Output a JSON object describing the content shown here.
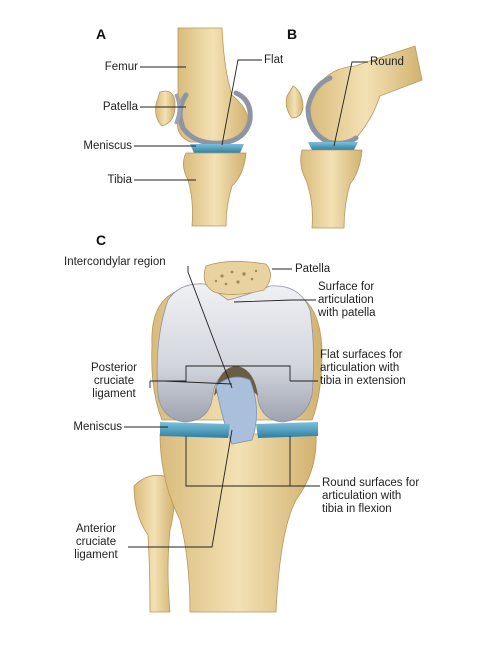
{
  "panels": {
    "a": "A",
    "b": "B",
    "c": "C"
  },
  "labels_a": {
    "femur": "Femur",
    "patella": "Patella",
    "meniscus": "Meniscus",
    "tibia": "Tibia",
    "flat": "Flat"
  },
  "labels_b": {
    "round": "Round"
  },
  "labels_c": {
    "intercondylar": "Intercondylar region",
    "patella": "Patella",
    "surface_patella_1": "Surface for",
    "surface_patella_2": "articulation",
    "surface_patella_3": "with patella",
    "posterior_1": "Posterior",
    "posterior_2": "cruciate",
    "posterior_3": "ligament",
    "flat_surfaces_1": "Flat surfaces for",
    "flat_surfaces_2": "articulation with",
    "flat_surfaces_3": "tibia in extension",
    "meniscus": "Meniscus",
    "round_surfaces_1": "Round surfaces for",
    "round_surfaces_2": "articulation with",
    "round_surfaces_3": "tibia in flexion",
    "anterior_1": "Anterior",
    "anterior_2": "cruciate",
    "anterior_3": "ligament"
  },
  "colors": {
    "bone": "#efd9a6",
    "bone_shadow": "#cfae6c",
    "cartilage": "#c9ccd6",
    "cartilage_dark": "#8f94a3",
    "meniscus": "#4f9fc0",
    "ligament": "#a9bfdc",
    "leader": "#222222"
  }
}
